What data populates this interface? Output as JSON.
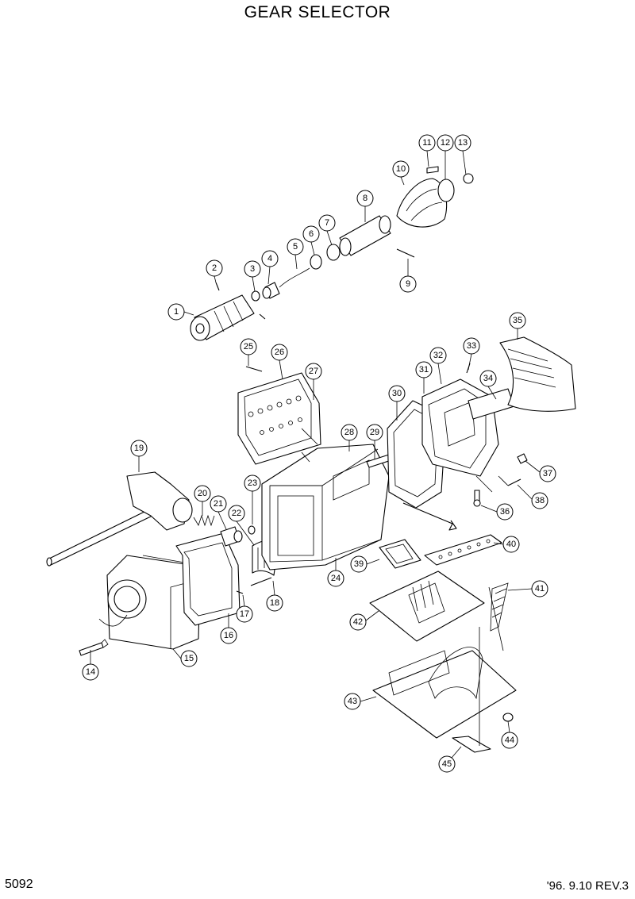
{
  "title": "GEAR SELECTOR",
  "page_number": "5092",
  "revision": "'96. 9.10  REV.3",
  "callouts": [
    {
      "id": "c1",
      "label": "1"
    },
    {
      "id": "c2",
      "label": "2"
    },
    {
      "id": "c3",
      "label": "3"
    },
    {
      "id": "c4",
      "label": "4"
    },
    {
      "id": "c5",
      "label": "5"
    },
    {
      "id": "c6",
      "label": "6"
    },
    {
      "id": "c7",
      "label": "7"
    },
    {
      "id": "c8",
      "label": "8"
    },
    {
      "id": "c9",
      "label": "9"
    },
    {
      "id": "c10",
      "label": "10"
    },
    {
      "id": "c11",
      "label": "11"
    },
    {
      "id": "c12",
      "label": "12"
    },
    {
      "id": "c13",
      "label": "13"
    },
    {
      "id": "c14",
      "label": "14"
    },
    {
      "id": "c15",
      "label": "15"
    },
    {
      "id": "c16",
      "label": "16"
    },
    {
      "id": "c17",
      "label": "17"
    },
    {
      "id": "c18",
      "label": "18"
    },
    {
      "id": "c19",
      "label": "19"
    },
    {
      "id": "c20",
      "label": "20"
    },
    {
      "id": "c21",
      "label": "21"
    },
    {
      "id": "c22",
      "label": "22"
    },
    {
      "id": "c23",
      "label": "23"
    },
    {
      "id": "c24",
      "label": "24"
    },
    {
      "id": "c25",
      "label": "25"
    },
    {
      "id": "c26",
      "label": "26"
    },
    {
      "id": "c27",
      "label": "27"
    },
    {
      "id": "c28",
      "label": "28"
    },
    {
      "id": "c29",
      "label": "29"
    },
    {
      "id": "c30",
      "label": "30"
    },
    {
      "id": "c31",
      "label": "31"
    },
    {
      "id": "c32",
      "label": "32"
    },
    {
      "id": "c33",
      "label": "33"
    },
    {
      "id": "c34",
      "label": "34"
    },
    {
      "id": "c35",
      "label": "35"
    },
    {
      "id": "c36",
      "label": "36"
    },
    {
      "id": "c37",
      "label": "37"
    },
    {
      "id": "c38",
      "label": "38"
    },
    {
      "id": "c39",
      "label": "39"
    },
    {
      "id": "c40",
      "label": "40"
    },
    {
      "id": "c41",
      "label": "41"
    },
    {
      "id": "c42",
      "label": "42"
    },
    {
      "id": "c43",
      "label": "43"
    },
    {
      "id": "c44",
      "label": "44"
    },
    {
      "id": "c45",
      "label": "45"
    }
  ]
}
